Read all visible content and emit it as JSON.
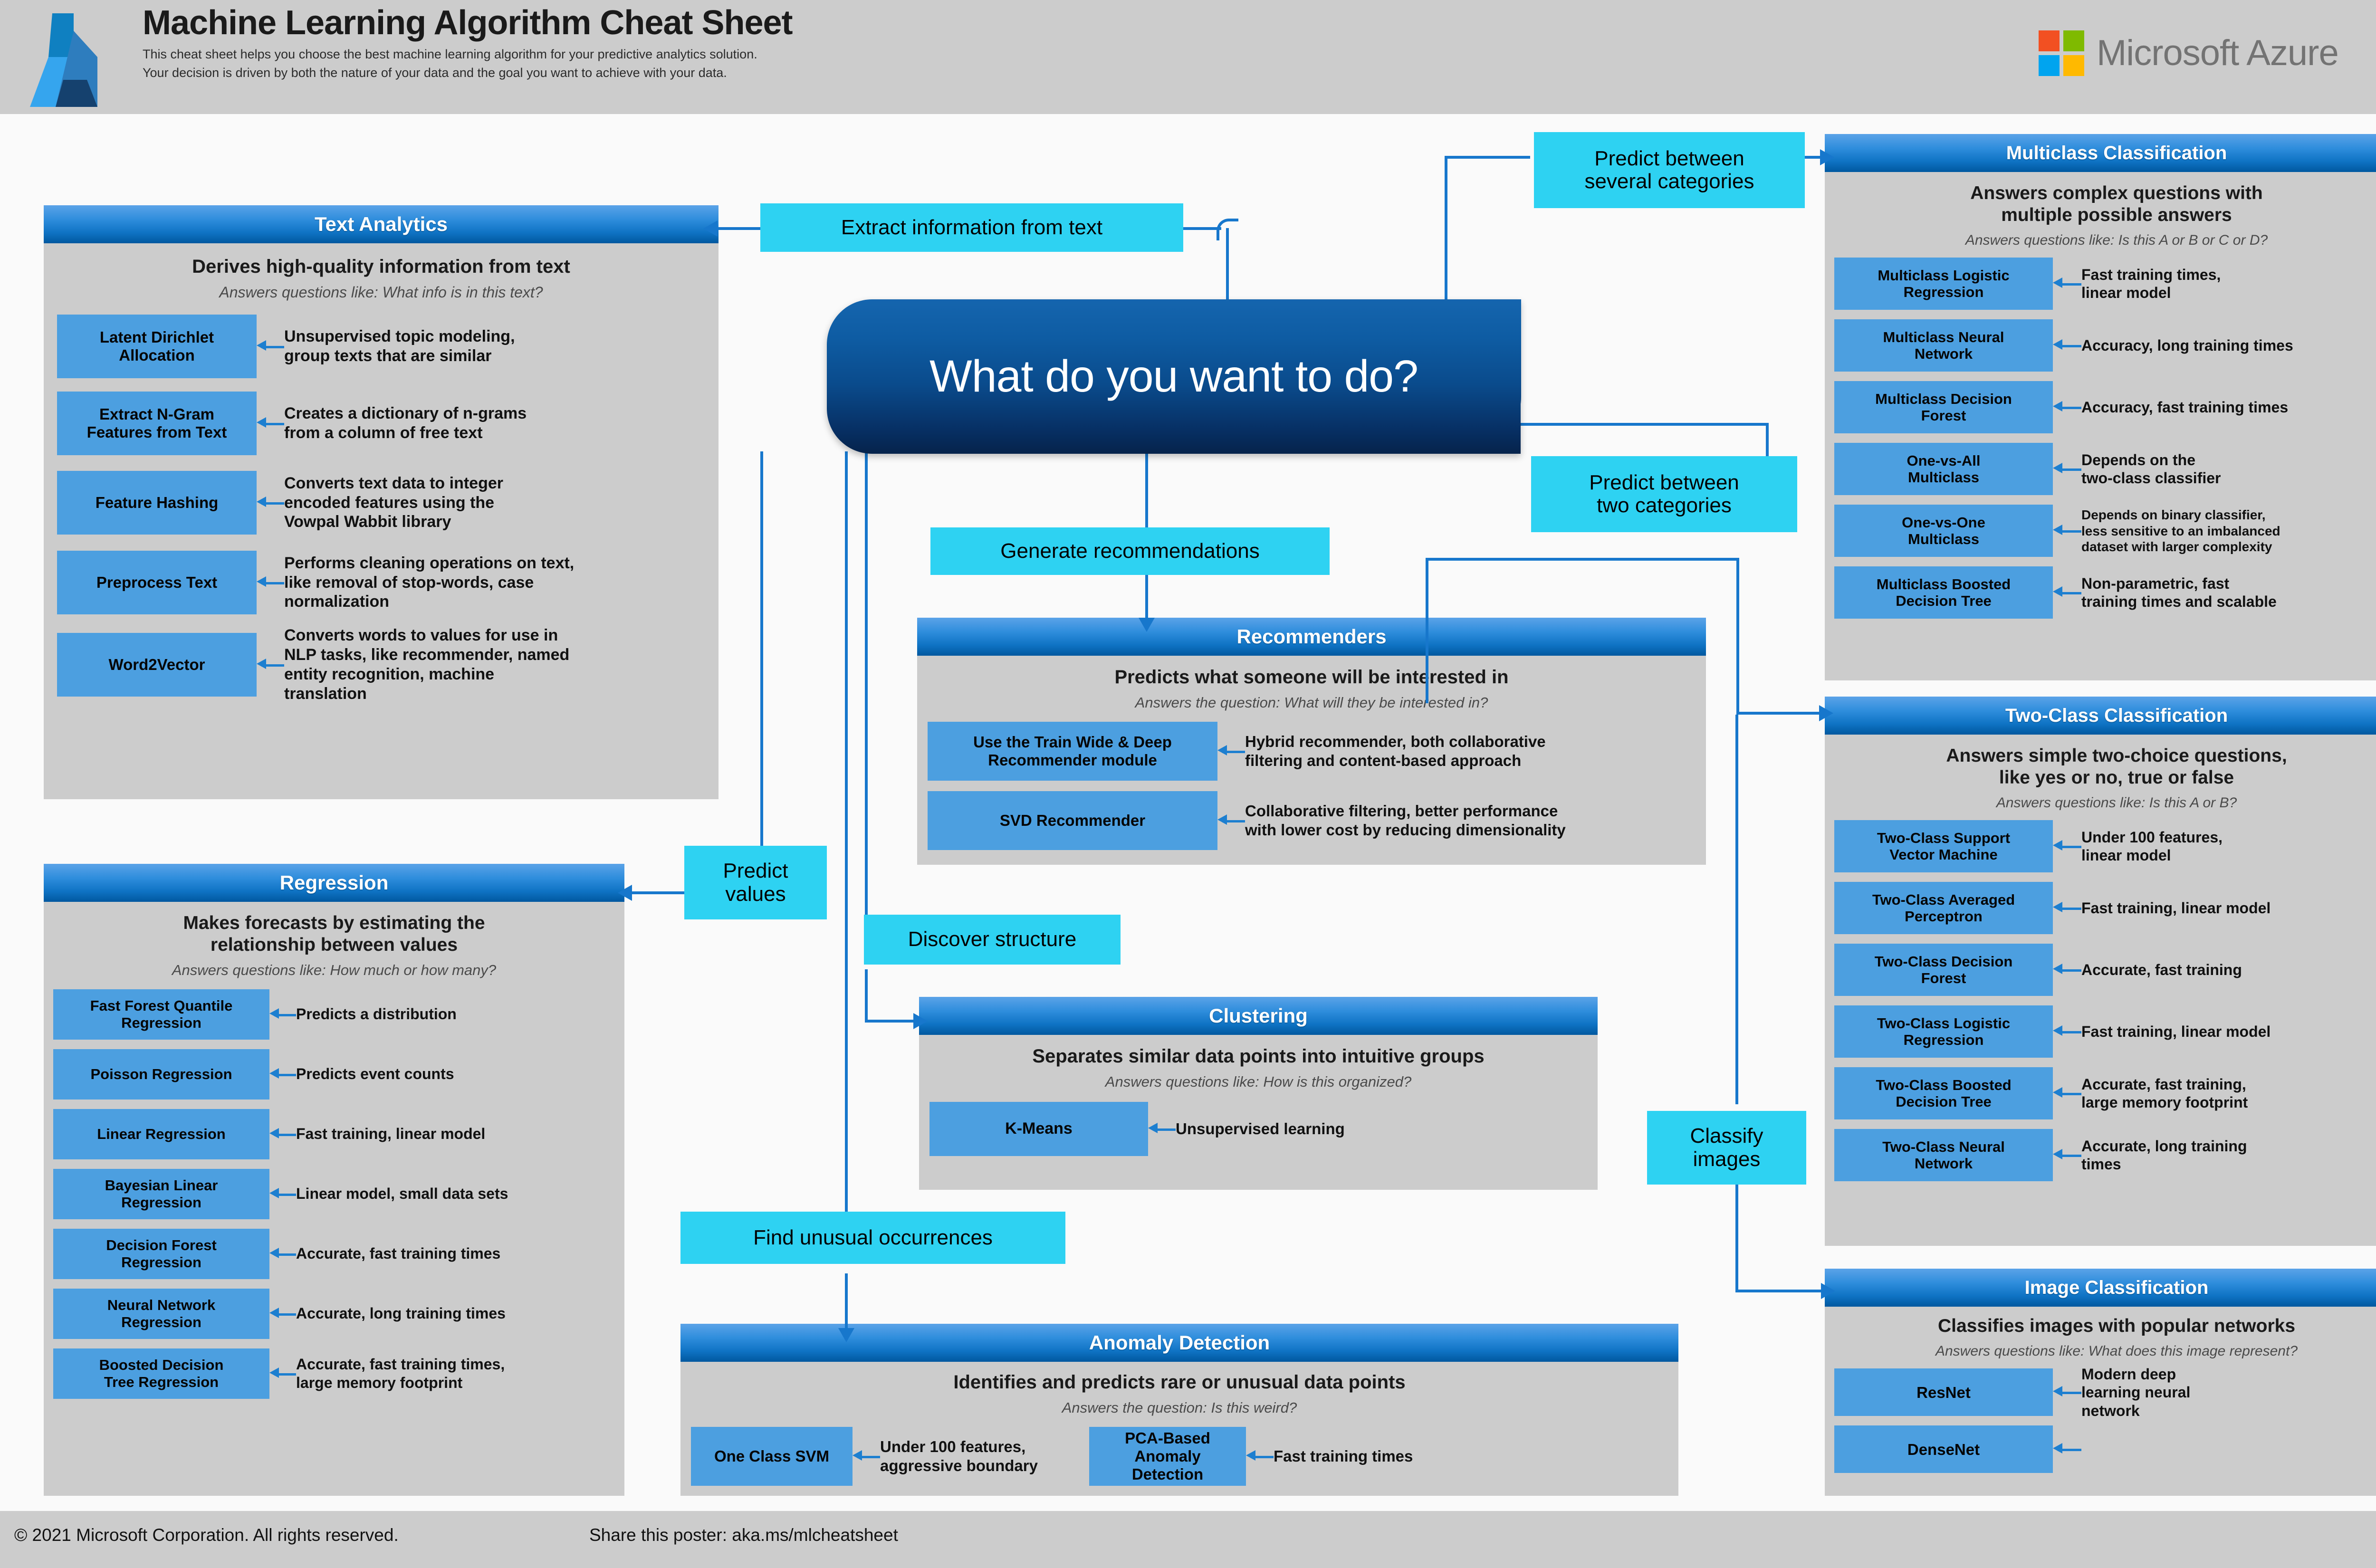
{
  "header": {
    "title": "Machine Learning Algorithm Cheat Sheet",
    "subtitle_line1": "This cheat sheet helps you choose the best machine learning algorithm for your predictive analytics solution.",
    "subtitle_line2": "Your decision is driven by both the nature of your data and the goal you want to achieve with your data.",
    "brand": "Microsoft Azure",
    "logo_colors": {
      "red": "#F25022",
      "green": "#7FBA00",
      "blue": "#00A4EF",
      "yellow": "#FFB900"
    }
  },
  "footer": {
    "copyright": "© 2021 Microsoft Corporation. All rights reserved.",
    "share": "Share this poster: aka.ms/mlcheatsheet"
  },
  "colors": {
    "panel_header_top": "#5BA3E8",
    "panel_header_bottom": "#00589F",
    "panel_body": "#CCCCCC",
    "algorithm_box": "#4C9FE0",
    "decision_chip": "#2ED2F2",
    "connector": "#1777CC",
    "central_node_top": "#1565AE",
    "central_node_bottom": "#05234B",
    "background": "#FAFAFA",
    "bar": "#CCCCCC"
  },
  "central": {
    "question": "What do you want to do?"
  },
  "decisions": [
    {
      "id": "extract-information-from-text",
      "label": "Extract information from text"
    },
    {
      "id": "predict-between-several-categories",
      "label": "Predict between\nseveral categories"
    },
    {
      "id": "predict-between-two-categories",
      "label": "Predict between\ntwo categories"
    },
    {
      "id": "generate-recommendations",
      "label": "Generate recommendations"
    },
    {
      "id": "predict-values",
      "label": "Predict\nvalues"
    },
    {
      "id": "discover-structure",
      "label": "Discover structure"
    },
    {
      "id": "find-unusual-occurrences",
      "label": "Find unusual occurrences"
    },
    {
      "id": "classify-images",
      "label": "Classify\nimages"
    }
  ],
  "panels": {
    "text_analytics": {
      "title": "Text Analytics",
      "description": "Derives high-quality information from text",
      "question": "Answers questions like: What info is in this text?",
      "algorithms": [
        {
          "name": "Latent Dirichlet\nAllocation",
          "note": "Unsupervised topic modeling,\ngroup texts that are similar"
        },
        {
          "name": "Extract N-Gram\nFeatures from Text",
          "note": "Creates a dictionary of n-grams\nfrom a column of free text"
        },
        {
          "name": "Feature Hashing",
          "note": "Converts text data to integer\nencoded features using the\nVowpal Wabbit library"
        },
        {
          "name": "Preprocess Text",
          "note": "Performs cleaning operations on text,\nlike removal of stop-words, case\nnormalization"
        },
        {
          "name": "Word2Vector",
          "note": "Converts words to values for use in\nNLP tasks, like recommender, named\nentity recognition, machine\ntranslation"
        }
      ]
    },
    "multiclass_classification": {
      "title": "Multiclass Classification",
      "description": "Answers complex questions with\nmultiple possible answers",
      "question": "Answers questions like: Is this A or B or C or D?",
      "algorithms": [
        {
          "name": "Multiclass Logistic\nRegression",
          "note": "Fast training times,\nlinear model"
        },
        {
          "name": "Multiclass Neural\nNetwork",
          "note": "Accuracy, long training times"
        },
        {
          "name": "Multiclass Decision\nForest",
          "note": "Accuracy, fast training times"
        },
        {
          "name": "One-vs-All\nMulticlass",
          "note": "Depends on the\ntwo-class classifier"
        },
        {
          "name": "One-vs-One\nMulticlass",
          "note": "Depends on binary classifier,\nless sensitive to an imbalanced\ndataset with larger complexity"
        },
        {
          "name": "Multiclass Boosted\nDecision Tree",
          "note": "Non-parametric, fast\ntraining times and scalable"
        }
      ]
    },
    "two_class_classification": {
      "title": "Two-Class Classification",
      "description": "Answers simple two-choice questions,\nlike yes or no, true or false",
      "question": "Answers questions like: Is this A or B?",
      "algorithms": [
        {
          "name": "Two-Class Support\nVector Machine",
          "note": "Under 100 features,\nlinear model"
        },
        {
          "name": "Two-Class Averaged\nPerceptron",
          "note": "Fast training, linear model"
        },
        {
          "name": "Two-Class Decision\nForest",
          "note": "Accurate, fast training"
        },
        {
          "name": "Two-Class Logistic\nRegression",
          "note": "Fast training, linear model"
        },
        {
          "name": "Two-Class Boosted\nDecision Tree",
          "note": "Accurate, fast training,\nlarge memory footprint"
        },
        {
          "name": "Two-Class Neural\nNetwork",
          "note": "Accurate, long training\ntimes"
        }
      ]
    },
    "image_classification": {
      "title": "Image Classification",
      "description": "Classifies images with popular networks",
      "question": "Answers questions like: What does this image represent?",
      "algorithms": [
        {
          "name": "ResNet",
          "note": "Modern deep\nlearning neural\nnetwork"
        },
        {
          "name": "DenseNet",
          "note": ""
        }
      ]
    },
    "regression": {
      "title": "Regression",
      "description": "Makes forecasts by estimating the\nrelationship between values",
      "question": "Answers questions like: How much or how many?",
      "algorithms": [
        {
          "name": "Fast Forest Quantile\nRegression",
          "note": "Predicts a distribution"
        },
        {
          "name": "Poisson Regression",
          "note": "Predicts event counts"
        },
        {
          "name": "Linear Regression",
          "note": "Fast training, linear model"
        },
        {
          "name": "Bayesian Linear\nRegression",
          "note": "Linear model, small data sets"
        },
        {
          "name": "Decision Forest\nRegression",
          "note": "Accurate, fast training times"
        },
        {
          "name": "Neural Network\nRegression",
          "note": "Accurate, long training times"
        },
        {
          "name": "Boosted Decision\nTree Regression",
          "note": "Accurate, fast training times,\nlarge memory footprint"
        }
      ]
    },
    "recommenders": {
      "title": "Recommenders",
      "description": "Predicts what someone will be interested in",
      "question": "Answers the question: What will they be interested in?",
      "algorithms": [
        {
          "name": "Use the Train Wide & Deep\nRecommender module",
          "note": "Hybrid recommender, both collaborative\nfiltering and content-based approach"
        },
        {
          "name": "SVD Recommender",
          "note": "Collaborative filtering, better performance\nwith lower cost by reducing dimensionality"
        }
      ]
    },
    "clustering": {
      "title": "Clustering",
      "description": "Separates similar data points into intuitive groups",
      "question": "Answers questions like: How is this organized?",
      "algorithms": [
        {
          "name": "K-Means",
          "note": "Unsupervised learning"
        }
      ]
    },
    "anomaly_detection": {
      "title": "Anomaly Detection",
      "description": "Identifies and predicts rare or unusual data points",
      "question": "Answers the question: Is this weird?",
      "algorithms": [
        {
          "name": "One Class SVM",
          "note": "Under 100 features,\naggressive boundary"
        },
        {
          "name": "PCA-Based Anomaly\nDetection",
          "note": "Fast training times"
        }
      ]
    }
  }
}
